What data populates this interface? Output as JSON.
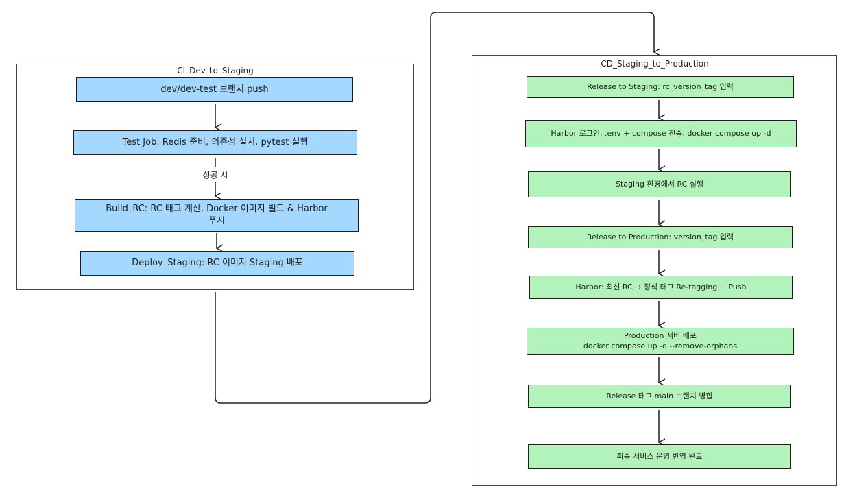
{
  "colors": {
    "ci_fill": "#a5d8ff",
    "cd_fill": "#b2f2bb",
    "stroke": "#1e1e1e"
  },
  "ci": {
    "title": "CI_Dev_to_Staging",
    "nodes": [
      "dev/dev-test 브랜치 push",
      "Test Job: Redis 준비, 의존성 설치, pytest 실행",
      "Build_RC: RC 태그 계산, Docker 이미지 빌드 & Harbor\n푸시",
      "Deploy_Staging: RC 이미지 Staging 배포"
    ],
    "edge_label": "성공 시"
  },
  "cd": {
    "title": "CD_Staging_to_Production",
    "nodes": [
      "Release to Staging: rc_version_tag 입력",
      "Harbor 로그인, .env + compose 전송, docker compose up -d",
      "Staging 환경에서 RC 실행",
      "Release to Production: version_tag 입력",
      "Harbor: 최신 RC → 정식 태그 Re-tagging + Push",
      "Production 서버 배포\ndocker compose up -d --remove-orphans",
      "Release 태그 main 브랜치 병합",
      "최종 서비스 운영 반영 완료"
    ]
  }
}
